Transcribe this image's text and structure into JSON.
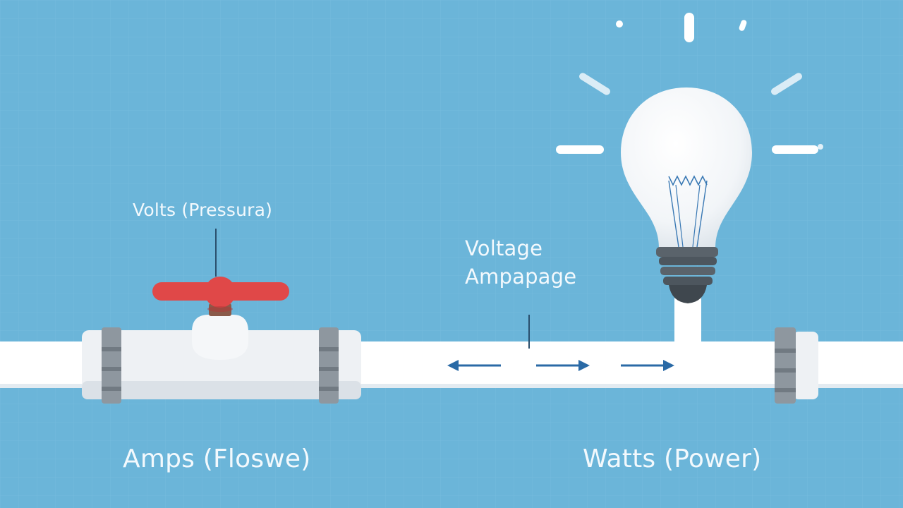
{
  "labels": {
    "volts": "Volts (Pressura)",
    "voltage_line1": "Voltage",
    "voltage_line2": "Ampapage",
    "amps": "Amps (Floswe)",
    "watts": "Watts (Power)"
  },
  "icons": {
    "valve": "valve-icon",
    "bulb": "light-bulb-icon",
    "arrows": "flow-arrow-icon"
  },
  "colors": {
    "background": "#6bb5d9",
    "pipe": "#ffffff",
    "valve_handle": "#e04848",
    "arrow": "#2a6aa6",
    "coupling": "#8e979f",
    "bulb_base": "#4d565e",
    "text": "#f3f9fd"
  }
}
